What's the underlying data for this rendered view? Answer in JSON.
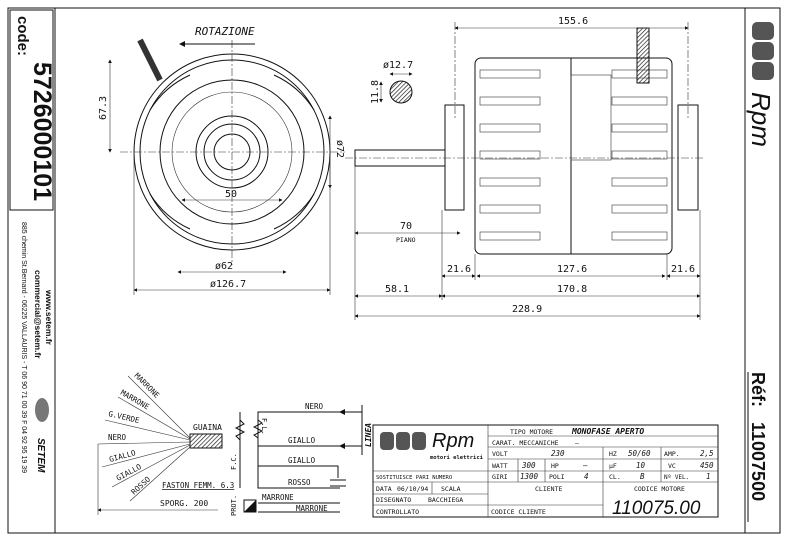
{
  "left_panel": {
    "code_label": "code:",
    "code_value": "5726000101",
    "website": "www.setem.fr",
    "email": "commercial@setem.fr",
    "address": "885 chemin St.Bernard  -  06225 VALLAURIS  -  T 06 90 71 00 39   F 04 92 95 19 39",
    "brand": "SETEM"
  },
  "right_panel": {
    "logo_text": "Rpm",
    "ref_label": "Réf:",
    "ref_value": "11007500"
  },
  "front_view": {
    "rotation_label": "ROTAZIONE",
    "dim_height": "67.3",
    "dim_diam_72": "ø72",
    "dim_50": "50",
    "dim_diam_62": "ø62",
    "dim_diam_126": "ø126.7"
  },
  "shaft_section": {
    "diameter": "ø12.7",
    "flat": "11.8"
  },
  "side_view": {
    "dim_155": "155.6",
    "dim_70": "70",
    "piano_label": "PIANO",
    "dim_21_left": "21.6",
    "dim_127": "127.6",
    "dim_21_right": "21.6",
    "dim_58": "58.1",
    "dim_170": "170.8",
    "dim_228": "228.9"
  },
  "wiring": {
    "wires": [
      "MARRONE",
      "MARRONE",
      "G.VERDE",
      "NERO",
      "GIALLO",
      "GIALLO",
      "ROSSO"
    ],
    "sheath": "GUAINA",
    "faston": "FASTON FEMM. 6.3",
    "sporg": "SPORG. 200",
    "schematic": {
      "nero": "NERO",
      "giallo1": "GIALLO",
      "giallo2": "GIALLO",
      "rosso": "ROSSO",
      "marrone1": "MARRONE",
      "marrone2": "MARRONE",
      "fl": "F.L.",
      "fc": "F.C.",
      "prot": "PROT.",
      "linea": "LINEA"
    }
  },
  "title_block": {
    "logo_text": "Rpm",
    "logo_sub": "motori elettrici",
    "tipo_motore_label": "TIPO MOTORE",
    "tipo_motore_value": "MONOFASE APERTO",
    "carat_label": "CARAT. MECCANICHE",
    "carat_value": "—",
    "volt_label": "VOLT",
    "volt_value": "230",
    "hz_label": "HZ",
    "hz_value": "50/60",
    "amp_label": "AMP.",
    "amp_value": "2,5",
    "watt_label": "WATT",
    "watt_value": "300",
    "hp_label": "HP",
    "hp_value": "—",
    "uf_label": "µF",
    "uf_value": "10",
    "vc_label": "VC",
    "vc_value": "450",
    "giri_label": "GIRI",
    "giri_value": "1300",
    "poli_label": "POLI",
    "poli_value": "4",
    "cl_label": "CL.",
    "cl_value": "B",
    "nvel_label": "Nº VEL.",
    "nvel_value": "1",
    "sostituisce": "SOSTITUISCE PARI NUMERO",
    "data_label": "DATA",
    "data_value": "06/10/94",
    "scala_label": "SCALA",
    "disegnato_label": "DISEGNATO",
    "disegnato_value": "BACCHIEGA",
    "controllato_label": "CONTROLLATO",
    "cliente_label": "CLIENTE",
    "codice_cliente_label": "CODICE CLIENTE",
    "codice_motore_label": "CODICE MOTORE",
    "codice_motore_value": "110075.00"
  }
}
